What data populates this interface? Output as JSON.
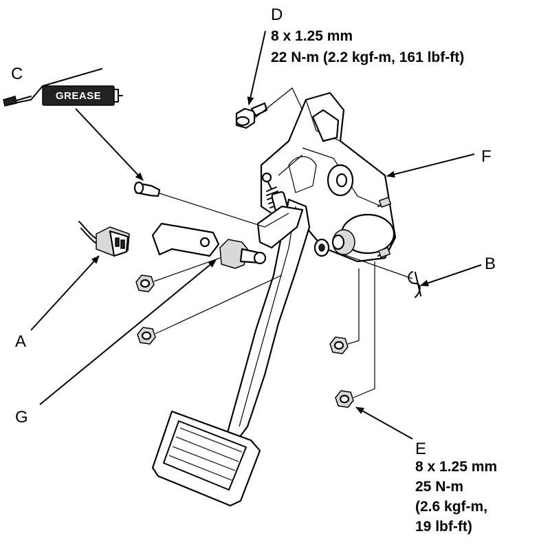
{
  "grease_tag": "GREASE",
  "callouts": {
    "A": "A",
    "B": "B",
    "C": "C",
    "D": "D",
    "E": "E",
    "F": "F",
    "G": "G"
  },
  "specs": {
    "D": {
      "size": "8 x 1.25 mm",
      "torque": "22 N-m (2.2 kgf-m, 161 lbf-ft)"
    },
    "E": {
      "size": "8 x 1.25 mm",
      "torque": "25 N-m",
      "torque_alt": "(2.6 kgf-m,",
      "torque_imp": "19 lbf-ft)"
    }
  }
}
